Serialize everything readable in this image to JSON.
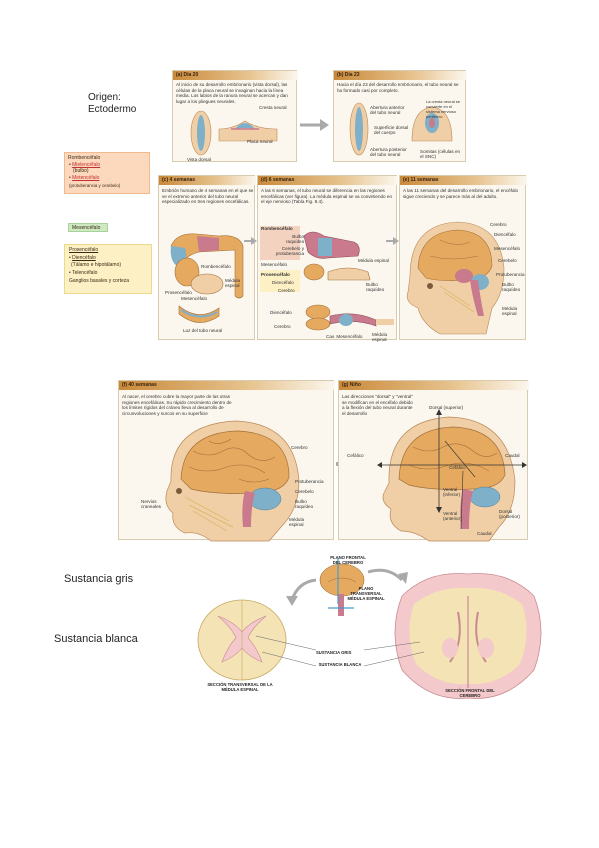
{
  "notes": {
    "origen_line1": "Origen:",
    "origen_line2": "Ectodermo",
    "sustancia_gris": "Sustancia gris",
    "sustancia_blanca": "Sustancia blanca"
  },
  "stickers": {
    "rombencefalo": {
      "title": "Rombencéfalo",
      "item1": "Mielencéfalo",
      "item1_sub": "(bulbo)",
      "item2": "Metencéfalo",
      "item2_sub": "(protuberancia y cerebelo)"
    },
    "mesencefalo": {
      "title": "Mesencéfalo"
    },
    "prosencefalo": {
      "title": "Prosencéfalo",
      "item1": "Diencéfalo",
      "item1_sub": "(Tálamo e hipotálamo)",
      "item2": "Telencéfalo",
      "item2_sub": "Ganglios basales y corteza"
    }
  },
  "panels": {
    "a": {
      "title": "(a) Día 20",
      "text": "Al inicio de su desarrollo embrionario (vista dorsal), las células de la placa neural se invaginan hacia la línea media. Los labios de la ranura neural se acercan y dan lugar a los pliegues neurales.",
      "labels": {
        "cresta": "Cresta neural",
        "placa": "Placa neural",
        "vista": "Vista dorsal"
      }
    },
    "b": {
      "title": "(b) Día 23",
      "text": "Hacia el día 23 del desarrollo embrionario, el tubo neural se ha formado casi por completo.",
      "labels": {
        "abertura_ant": "Abertura anterior del tubo neural",
        "cresta": "La cresta neural se convierte en el sistema nervioso periférico",
        "superficie": "Superficie dorsal del cuerpo",
        "abertura_post": "Abertura posterior del tubo neural",
        "somitas": "Somitas (células en el SNC)"
      }
    },
    "c": {
      "title": "(c) 4 semanas",
      "text": "Embrión humano de 4 semanas en el que se ve el extremo anterior del tubo neural especializado en tres regiones encefálicas.",
      "labels": {
        "romb": "Rombencéfalo",
        "pros": "Prosencéfalo",
        "mes": "Mesencéfalo",
        "tubo": "Luz del tubo neural",
        "medula": "Médula espinal"
      }
    },
    "d": {
      "title": "(d) 6 semanas",
      "text": "A las 6 semanas, el tubo neural se diferencia en las regiones encefálicas (ver figura). La médula espinal se va convirtiendo en el eje nervioso (Tabla Fig. 8.4).",
      "labels": {
        "romb": "Rombencéfalo",
        "bulbo": "Bulbo raquídeo",
        "cerebelo": "Cerebelo y protuberancia",
        "mes": "Mesencéfalo",
        "pros": "Prosencéfalo",
        "dien": "Diencéfalo",
        "cerebro": "Cerebro",
        "medula": "Médula espinal",
        "bulbo2": "Bulbo raquídeo",
        "dien2": "Diencéfalo",
        "cerebro2": "Cerebro",
        "cav": "Cav. Mesencéfalo",
        "medula2": "Médula espinal"
      }
    },
    "e": {
      "title": "(e) 11 semanas",
      "text": "A las 11 semanas del desarrollo embrionario, el encéfalo sigue creciendo y se parece más al del adulto.",
      "labels": {
        "cerebro": "Cerebro",
        "dien": "Diencéfalo",
        "mes": "Mesencéfalo",
        "cerebelo": "Cerebelo",
        "prot": "Protuberancia",
        "bulbo": "Bulbo raquídeo",
        "medula": "Médula espinal"
      }
    },
    "f": {
      "title": "(f) 40 semanas",
      "text": "Al nacer, el cerebro cubre la mayor parte de las otras regiones encefálicas. Su rápido crecimiento dentro de los límites rígidos del cráneo lleva al desarrollo de circunvoluciones y surcos en su superficie",
      "labels": {
        "cerebro": "Cerebro",
        "prot": "Protuberancia",
        "cerebelo": "Cerebelo",
        "bulbo": "Bulbo raquídeo",
        "nervios": "Nervios craneales",
        "medula": "Médula espinal"
      }
    },
    "g": {
      "title": "(g) Niño",
      "text": "Las direcciones \"dorsal\" y \"ventral\" se modifican en el encéfalo debido a la flexión del tubo neural durante el desarrollo",
      "labels": {
        "dorsal_sup": "Dorsal (superior)",
        "cefalico": "Cefálico",
        "caudal": "Caudal",
        "cefalico2": "Cefálico",
        "ventral_inf": "Ventral (inferior)",
        "ventral_ant": "Ventral (anterior)",
        "dorsal_post": "Dorsal (posterior)",
        "caudal2": "Caudal"
      }
    }
  },
  "sections": {
    "plano_frontal": "PLANO FRONTAL DEL CEREBRO",
    "plano_transversal": "PLANO TRANSVERSAL MÉDULA ESPINAL",
    "sustancia_gris": "SUSTANCIA GRIS",
    "sustancia_blanca": "SUSTANCIA BLANCA",
    "seccion_transversal": "SECCIÓN TRANSVERSAL DE LA MÉDULA ESPINAL",
    "seccion_frontal": "SECCIÓN FRONTAL DEL CEREBRO"
  },
  "colors": {
    "panel_bg": "#fbf7ee",
    "header": "#c98a3a",
    "brain": "#e6a960",
    "skin": "#f0cfa6",
    "cerebellum": "#7fb0c9",
    "brainstem": "#c97a8d",
    "sticker_orange": "#fcd9bd",
    "sticker_green": "#cfe9c2",
    "sticker_yellow": "#fdf0c4",
    "section_pink": "#f4c9cc",
    "section_cream": "#f3e3b5"
  }
}
